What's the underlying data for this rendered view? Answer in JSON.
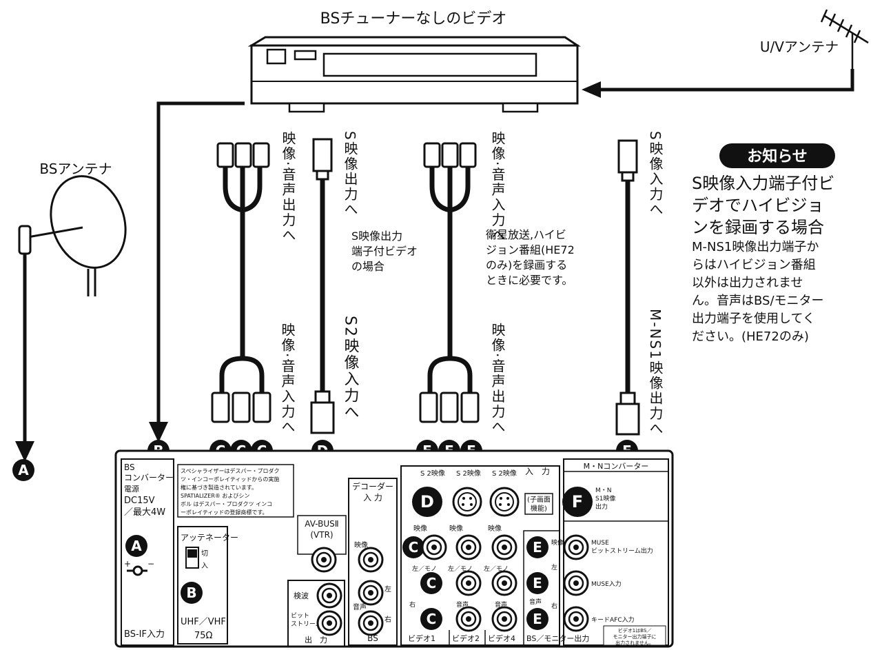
{
  "top": {
    "vcr_label": "BSチューナーなしのビデオ",
    "uv_antenna": "U/Vアンテナ",
    "bs_antenna": "BSアンテナ"
  },
  "vertical_labels": {
    "left_out": "映像·音声出力へ",
    "s_out": "S映像出力へ",
    "mid_in": "映像·音声入力へ",
    "s_in": "S映像入力へ",
    "left_in": "映像·音声入力へ",
    "s2_in": "S2映像入力へ",
    "mid_out": "映像·音声出力へ",
    "mns1_out": "M-NS1映像出力へ"
  },
  "notes": {
    "s_video_case": [
      "S映像出力",
      "端子付ビデオ",
      "の場合"
    ],
    "sat_case": [
      "衛星放送,ハイビ",
      "ジョン番組(HE72",
      "のみ)を録画する",
      "ときに必要です。"
    ]
  },
  "notice": {
    "badge": "お知らせ",
    "big": [
      "S映像入力端子付ビ",
      "デオでハイビジョ",
      "ンを録画する場合"
    ],
    "small": [
      "M-NS1映像出力端子か",
      "らはハイビジョン番組",
      "以外は出力されませ",
      "ん。音声はBS/モニター",
      "出力端子を使用してく",
      "ださい。(HE72のみ)"
    ]
  },
  "markers": {
    "A": "A",
    "B": "B",
    "C": "C",
    "D": "D",
    "E": "E",
    "F": "F"
  },
  "panel": {
    "bs_conv": [
      "BS",
      "コンバーター",
      "電源",
      "DC15V",
      "／最大4W"
    ],
    "bs_if": "BS-IF入力",
    "trademark": [
      "スペシャライザーはデスパー・プロダク",
      "ツ・インコーポレイティッドからの実施",
      "権に基づき製造されています。",
      "SPATIALIZER® およびシン",
      "ボル  はデスパー・プロダクツ インコ",
      "ーポレイティッドの登録商標です。"
    ],
    "attenuator": "アッテネーター",
    "att_off": "切",
    "att_on": "入",
    "uhf": "UHF／VHF",
    "ohm": "75Ω",
    "avbus": [
      "AV-BUSⅡ",
      "(VTR)"
    ],
    "kenpa": "検波",
    "bit": [
      "ビット",
      "ストリーム"
    ],
    "out": "出　力",
    "decoder": [
      "デコーダー",
      "入 力"
    ],
    "eizo": "映像",
    "left": "左",
    "right": "右",
    "onsei": "音声",
    "bs": "BS",
    "s2eizo": "S 2映像",
    "nyuryoku": "入　力",
    "hidari_mono": "左／モノ",
    "kogamen": [
      "(子画面",
      "機能)"
    ],
    "video1": "ビデオ1",
    "video2": "ビデオ2",
    "video4": "ビデオ4",
    "bs_monitor": "BS／モニター出力",
    "mn_conv": "M・Nコンバーター",
    "mn_s1": [
      "M・N",
      "S1映像",
      "出力"
    ],
    "muse_bit": [
      "MUSE",
      "ビットストリーム出力"
    ],
    "muse_in": "MUSE入力",
    "key_afc": "キードAFC入力",
    "video1_note": [
      "ビデオ1はBS／",
      "モニター出力端子に",
      "出力されません。"
    ]
  }
}
